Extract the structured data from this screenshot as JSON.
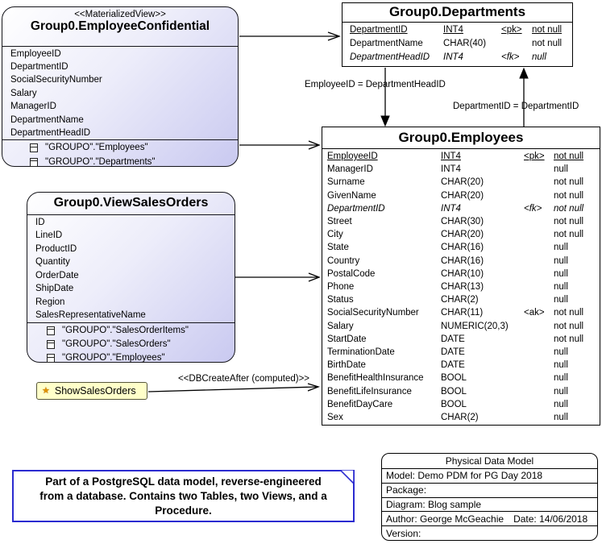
{
  "diagram": {
    "materialized_view": {
      "stereotype": "<<MaterializedView>>",
      "title": "Group0.EmployeeConfidential",
      "columns": [
        "EmployeeID",
        "DepartmentID",
        "SocialSecurityNumber",
        "Salary",
        "ManagerID",
        "DepartmentName",
        "DepartmentHeadID"
      ],
      "sources": [
        "\"GROUPO\".\"Employees\"",
        "\"GROUPO\".\"Departments\""
      ]
    },
    "departments": {
      "title": "Group0.Departments",
      "rows": [
        {
          "name": "DepartmentID",
          "type": "INT4",
          "key": "<pk>",
          "nullability": "not null",
          "style": "pk"
        },
        {
          "name": "DepartmentName",
          "type": "CHAR(40)",
          "key": "",
          "nullability": "not null",
          "style": ""
        },
        {
          "name": "DepartmentHeadID",
          "type": "INT4",
          "key": "<fk>",
          "nullability": "null",
          "style": "fk"
        }
      ]
    },
    "employees": {
      "title": "Group0.Employees",
      "rows": [
        {
          "name": "EmployeeID",
          "type": "INT4",
          "key": "<pk>",
          "nullability": "not null",
          "style": "pk"
        },
        {
          "name": "ManagerID",
          "type": "INT4",
          "key": "",
          "nullability": "null",
          "style": ""
        },
        {
          "name": "Surname",
          "type": "CHAR(20)",
          "key": "",
          "nullability": "not null",
          "style": ""
        },
        {
          "name": "GivenName",
          "type": "CHAR(20)",
          "key": "",
          "nullability": "not null",
          "style": ""
        },
        {
          "name": "DepartmentID",
          "type": "INT4",
          "key": "<fk>",
          "nullability": "not null",
          "style": "fk"
        },
        {
          "name": "Street",
          "type": "CHAR(30)",
          "key": "",
          "nullability": "not null",
          "style": ""
        },
        {
          "name": "City",
          "type": "CHAR(20)",
          "key": "",
          "nullability": "not null",
          "style": ""
        },
        {
          "name": "State",
          "type": "CHAR(16)",
          "key": "",
          "nullability": "null",
          "style": ""
        },
        {
          "name": "Country",
          "type": "CHAR(16)",
          "key": "",
          "nullability": "null",
          "style": ""
        },
        {
          "name": "PostalCode",
          "type": "CHAR(10)",
          "key": "",
          "nullability": "null",
          "style": ""
        },
        {
          "name": "Phone",
          "type": "CHAR(13)",
          "key": "",
          "nullability": "null",
          "style": ""
        },
        {
          "name": "Status",
          "type": "CHAR(2)",
          "key": "",
          "nullability": "null",
          "style": ""
        },
        {
          "name": "SocialSecurityNumber",
          "type": "CHAR(11)",
          "key": "<ak>",
          "nullability": "not null",
          "style": ""
        },
        {
          "name": "Salary",
          "type": "NUMERIC(20,3)",
          "key": "",
          "nullability": "not null",
          "style": ""
        },
        {
          "name": "StartDate",
          "type": "DATE",
          "key": "",
          "nullability": "not null",
          "style": ""
        },
        {
          "name": "TerminationDate",
          "type": "DATE",
          "key": "",
          "nullability": "null",
          "style": ""
        },
        {
          "name": "BirthDate",
          "type": "DATE",
          "key": "",
          "nullability": "null",
          "style": ""
        },
        {
          "name": "BenefitHealthInsurance",
          "type": "BOOL",
          "key": "",
          "nullability": "null",
          "style": ""
        },
        {
          "name": "BenefitLifeInsurance",
          "type": "BOOL",
          "key": "",
          "nullability": "null",
          "style": ""
        },
        {
          "name": "BenefitDayCare",
          "type": "BOOL",
          "key": "",
          "nullability": "null",
          "style": ""
        },
        {
          "name": "Sex",
          "type": "CHAR(2)",
          "key": "",
          "nullability": "null",
          "style": ""
        }
      ]
    },
    "view_sales_orders": {
      "title": "Group0.ViewSalesOrders",
      "columns": [
        "ID",
        "LineID",
        "ProductID",
        "Quantity",
        "OrderDate",
        "ShipDate",
        "Region",
        "SalesRepresentativeName"
      ],
      "sources": [
        "\"GROUPO\".\"SalesOrderItems\"",
        "\"GROUPO\".\"SalesOrders\"",
        "\"GROUPO\".\"Employees\""
      ]
    },
    "procedure": {
      "label": "ShowSalesOrders",
      "icon_glyph": "★"
    },
    "relationship_labels": {
      "departments_head_fk": "EmployeeID = DepartmentHeadID",
      "employees_dept_fk": "DepartmentID = DepartmentID",
      "extended_dependency": "<<DBCreateAfter (computed)>>"
    },
    "note": {
      "lines": [
        "Part of a PostgreSQL data model, reverse-engineered",
        "from a database.  Contains two Tables, two Views, and a",
        "Procedure."
      ]
    },
    "title_block": {
      "title": "Physical Data Model",
      "model": "Model: Demo PDM for PG Day 2018",
      "package": "Package:",
      "diagram": "Diagram: Blog sample",
      "author": "Author: George McGeachie",
      "date": "Date: 14/06/2018",
      "version": "Version:"
    },
    "colors": {
      "view_gradient_start": "#ffffff",
      "view_gradient_end": "#c9c9f0",
      "procedure_fill": "#ffffc9",
      "note_border": "#2b2bd0",
      "line": "#000000"
    }
  }
}
